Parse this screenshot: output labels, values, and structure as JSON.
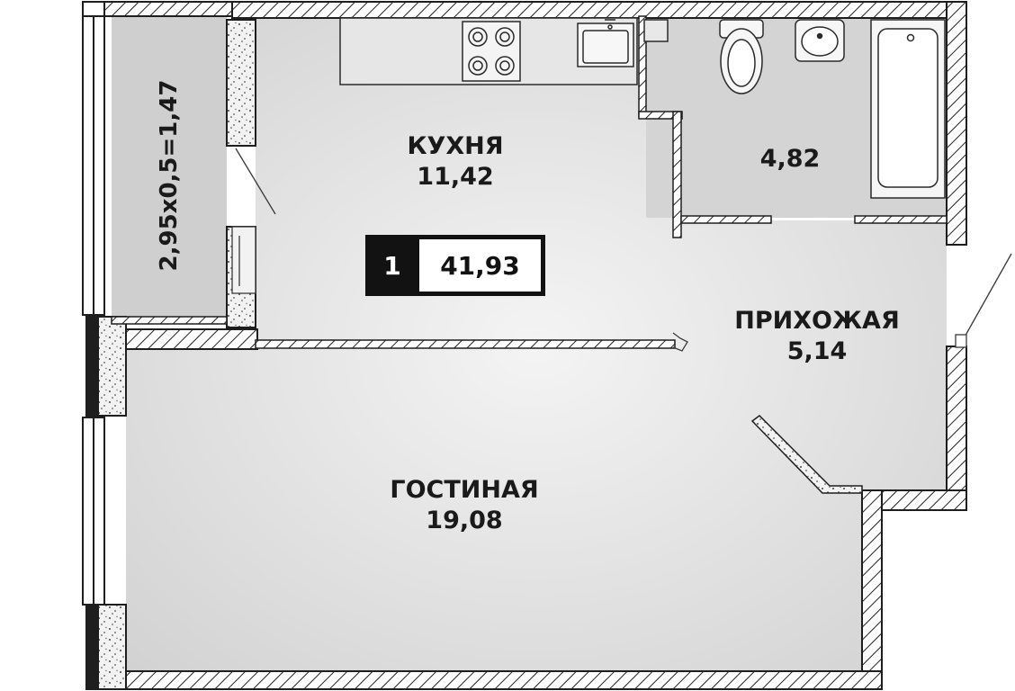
{
  "rooms": {
    "kitchen": {
      "name": "КУХНЯ",
      "area": "11,42"
    },
    "bathroom": {
      "area": "4,82"
    },
    "hallway": {
      "name": "ПРИХОЖАЯ",
      "area": "5,14"
    },
    "living": {
      "name": "ГОСТИНАЯ",
      "area": "19,08"
    },
    "balcony": {
      "formula": "2,95x0,5=1,47"
    }
  },
  "badge": {
    "rooms_count": "1",
    "total_area": "41,93"
  },
  "colors": {
    "wall": "#1e1e1e",
    "floor": "#dcdcdc",
    "badge": "#121212"
  }
}
